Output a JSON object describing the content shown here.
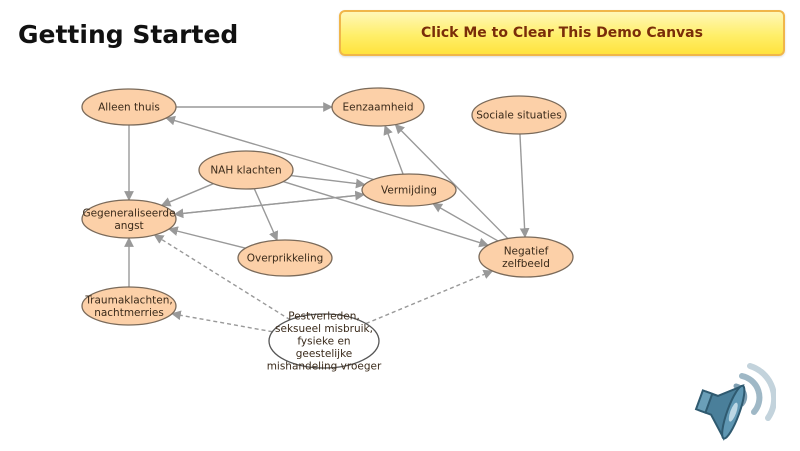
{
  "page": {
    "title": "Getting Started"
  },
  "toolbar": {
    "clear_label": "Click Me to Clear This Demo Canvas"
  },
  "diagram": {
    "colors": {
      "node_fill": "#fcd0a8",
      "node_stroke": "#7a6a5a",
      "edge": "#999999"
    },
    "nodes": [
      {
        "id": "alleen",
        "lines": [
          "Alleen thuis"
        ]
      },
      {
        "id": "eenzaam",
        "lines": [
          "Eenzaamheid"
        ]
      },
      {
        "id": "sociaal",
        "lines": [
          "Sociale situaties"
        ]
      },
      {
        "id": "nah",
        "lines": [
          "NAH klachten"
        ]
      },
      {
        "id": "vermijding",
        "lines": [
          "Vermijding"
        ]
      },
      {
        "id": "angst",
        "lines": [
          "Gegeneraliseerde",
          "angst"
        ]
      },
      {
        "id": "overprikkeling",
        "lines": [
          "Overprikkeling"
        ]
      },
      {
        "id": "negatief",
        "lines": [
          "Negatief",
          "zelfbeeld"
        ]
      },
      {
        "id": "trauma",
        "lines": [
          "Traumaklachten,",
          "nachtmerries"
        ]
      },
      {
        "id": "pest",
        "lines": [
          "Pestverleden,",
          "seksueel misbruik,",
          "fysieke en",
          "geestelijke",
          "mishandeling vroeger"
        ]
      }
    ],
    "edges": [
      {
        "from": "alleen",
        "to": "eenzaam"
      },
      {
        "from": "alleen",
        "to": "angst"
      },
      {
        "from": "vermijding",
        "to": "alleen"
      },
      {
        "from": "vermijding",
        "to": "eenzaam"
      },
      {
        "from": "negatief",
        "to": "eenzaam"
      },
      {
        "from": "sociaal",
        "to": "negatief"
      },
      {
        "from": "nah",
        "to": "angst"
      },
      {
        "from": "nah",
        "to": "vermijding"
      },
      {
        "from": "nah",
        "to": "overprikkeling"
      },
      {
        "from": "nah",
        "to": "negatief"
      },
      {
        "from": "vermijding",
        "to": "angst"
      },
      {
        "from": "angst",
        "to": "vermijding"
      },
      {
        "from": "negatief",
        "to": "vermijding"
      },
      {
        "from": "overprikkeling",
        "to": "angst"
      },
      {
        "from": "trauma",
        "to": "angst"
      },
      {
        "from": "pest",
        "to": "angst",
        "dashed": true
      },
      {
        "from": "pest",
        "to": "trauma",
        "dashed": true
      },
      {
        "from": "pest",
        "to": "negatief",
        "dashed": true
      }
    ]
  },
  "speaker": {
    "icon": "speaker-icon"
  }
}
